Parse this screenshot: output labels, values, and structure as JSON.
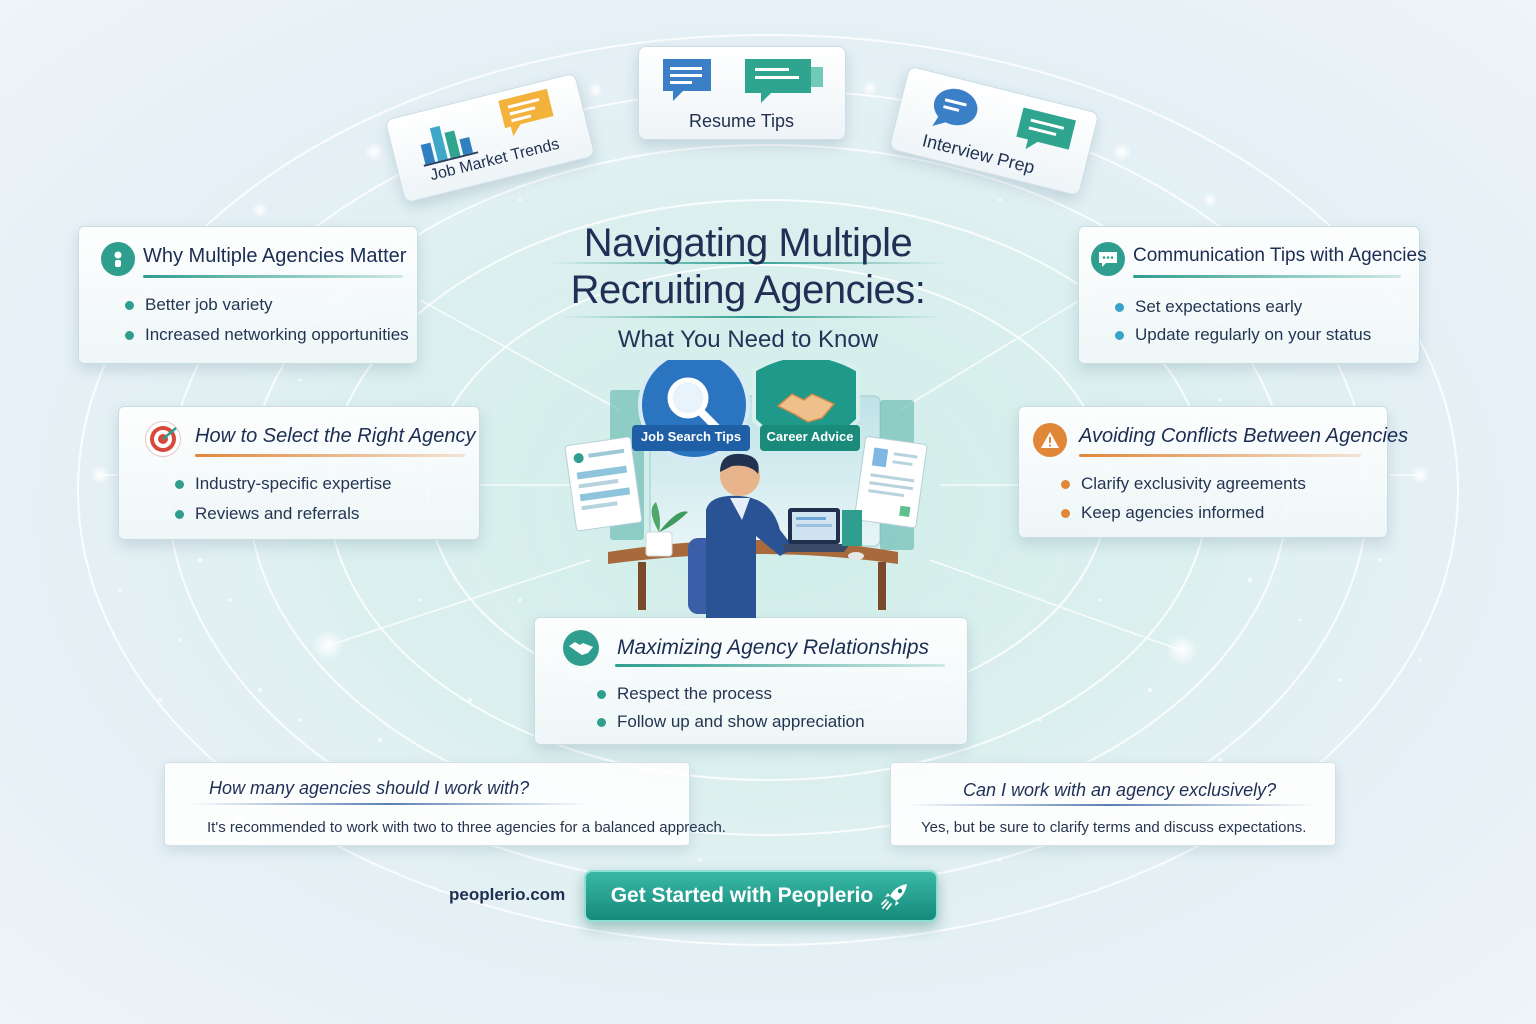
{
  "header": {
    "title_line1": "Navigating Multiple",
    "title_line2": "Recruiting Agencies:",
    "subtitle": "What You Need to Know"
  },
  "top_tabs": [
    {
      "label": "Job Market Trends",
      "icon": "bar-chart-icon"
    },
    {
      "label": "Resume Tips",
      "icon": "chat-bubbles-icon"
    },
    {
      "label": "Interview Prep",
      "icon": "speech-bubbles-icon"
    }
  ],
  "center_badges": [
    {
      "label": "Job Search Tips",
      "icon": "magnifier-icon"
    },
    {
      "label": "Career Advice",
      "icon": "handshake-icon"
    }
  ],
  "cards": {
    "why": {
      "title": "Why Multiple Agencies Matter",
      "items": [
        "Better job variety",
        "Increased networking opportunities"
      ]
    },
    "select": {
      "title": "How to Select the Right Agency",
      "items": [
        "Industry-specific expertise",
        "Reviews and referrals"
      ]
    },
    "communication": {
      "title": "Communication Tips with Agencies",
      "items": [
        "Set expectations early",
        "Update regularly on your status"
      ]
    },
    "conflicts": {
      "title": "Avoiding Conflicts Between Agencies",
      "items": [
        "Clarify exclusivity agreements",
        "Keep agencies informed"
      ]
    },
    "maximizing": {
      "title": "Maximizing Agency Relationships",
      "items": [
        "Respect the process",
        "Follow up and show appreciation"
      ]
    }
  },
  "faq": [
    {
      "question": "How many agencies should I work with?",
      "answer": "It's recommended to work with two to three agencies for a balanced appreach."
    },
    {
      "question": "Can I work with an agency exclusively?",
      "answer": "Yes, but be sure to clarify terms and discuss expectations."
    }
  ],
  "footer": {
    "website": "peoplerio.com",
    "cta_label": "Get Started with Peoplerio"
  },
  "colors": {
    "teal": "#2f9e8f",
    "blue": "#2f7fc1",
    "orange": "#e0873a",
    "red": "#d64a3c",
    "navy": "#1f2f55"
  }
}
